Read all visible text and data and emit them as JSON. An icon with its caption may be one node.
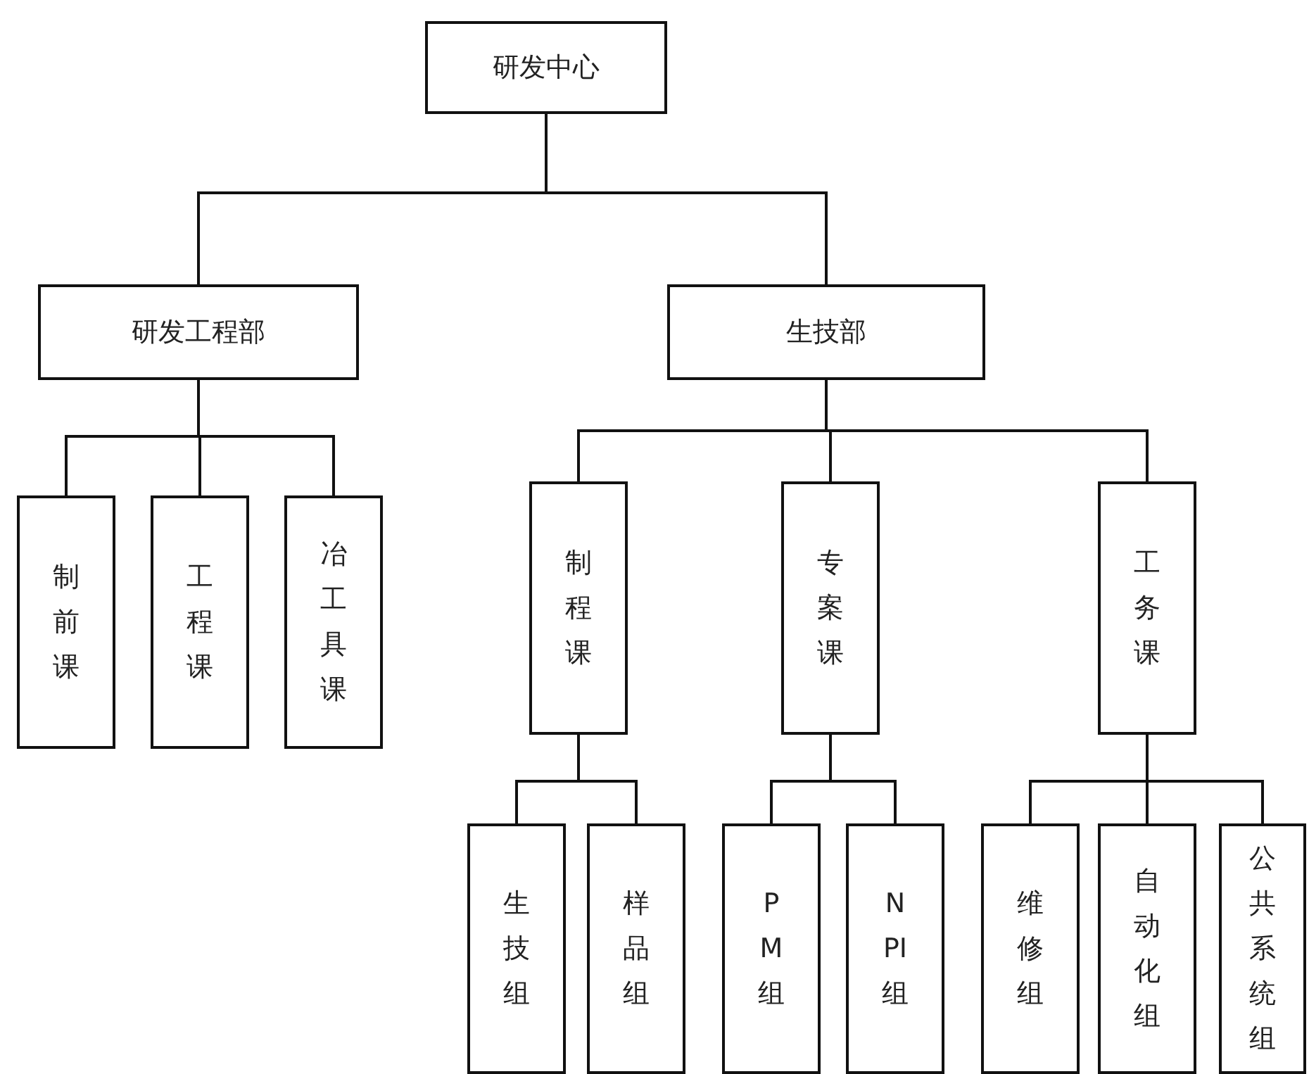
{
  "diagram": {
    "nodes": [
      {
        "text": [
          "研发中心"
        ]
      },
      {
        "text": [
          "研发工程部"
        ]
      },
      {
        "text": [
          "生技部"
        ]
      },
      {
        "text": [
          "制前课"
        ]
      },
      {
        "text": [
          "工程课"
        ]
      },
      {
        "text": [
          "冶工具课"
        ]
      },
      {
        "text": [
          "制程课"
        ]
      },
      {
        "text": [
          "专案课"
        ]
      },
      {
        "text": [
          "工务课"
        ]
      },
      {
        "text": [
          "生技组"
        ]
      },
      {
        "text": [
          "样品组"
        ]
      },
      {
        "text": [
          "PM组"
        ]
      },
      {
        "text": [
          "NPI组"
        ]
      },
      {
        "text": [
          "维修组"
        ]
      },
      {
        "text": [
          "自动化组"
        ]
      },
      {
        "text": [
          "公共系统组"
        ]
      }
    ],
    "edges": [
      {
        "from": 0,
        "to": 1,
        "arrow": "none"
      },
      {
        "from": 0,
        "to": 2,
        "arrow": "none"
      },
      {
        "from": 1,
        "to": 3,
        "arrow": "none"
      },
      {
        "from": 1,
        "to": 4,
        "arrow": "none"
      },
      {
        "from": 1,
        "to": 5,
        "arrow": "none"
      },
      {
        "from": 2,
        "to": 6,
        "arrow": "none"
      },
      {
        "from": 2,
        "to": 7,
        "arrow": "none"
      },
      {
        "from": 2,
        "to": 8,
        "arrow": "none"
      },
      {
        "from": 6,
        "to": 9,
        "arrow": "none"
      },
      {
        "from": 6,
        "to": 10,
        "arrow": "none"
      },
      {
        "from": 7,
        "to": 11,
        "arrow": "none"
      },
      {
        "from": 7,
        "to": 12,
        "arrow": "none"
      },
      {
        "from": 8,
        "to": 13,
        "arrow": "none"
      },
      {
        "from": 8,
        "to": 14,
        "arrow": "none"
      },
      {
        "from": 8,
        "to": 15,
        "arrow": "none"
      }
    ]
  }
}
